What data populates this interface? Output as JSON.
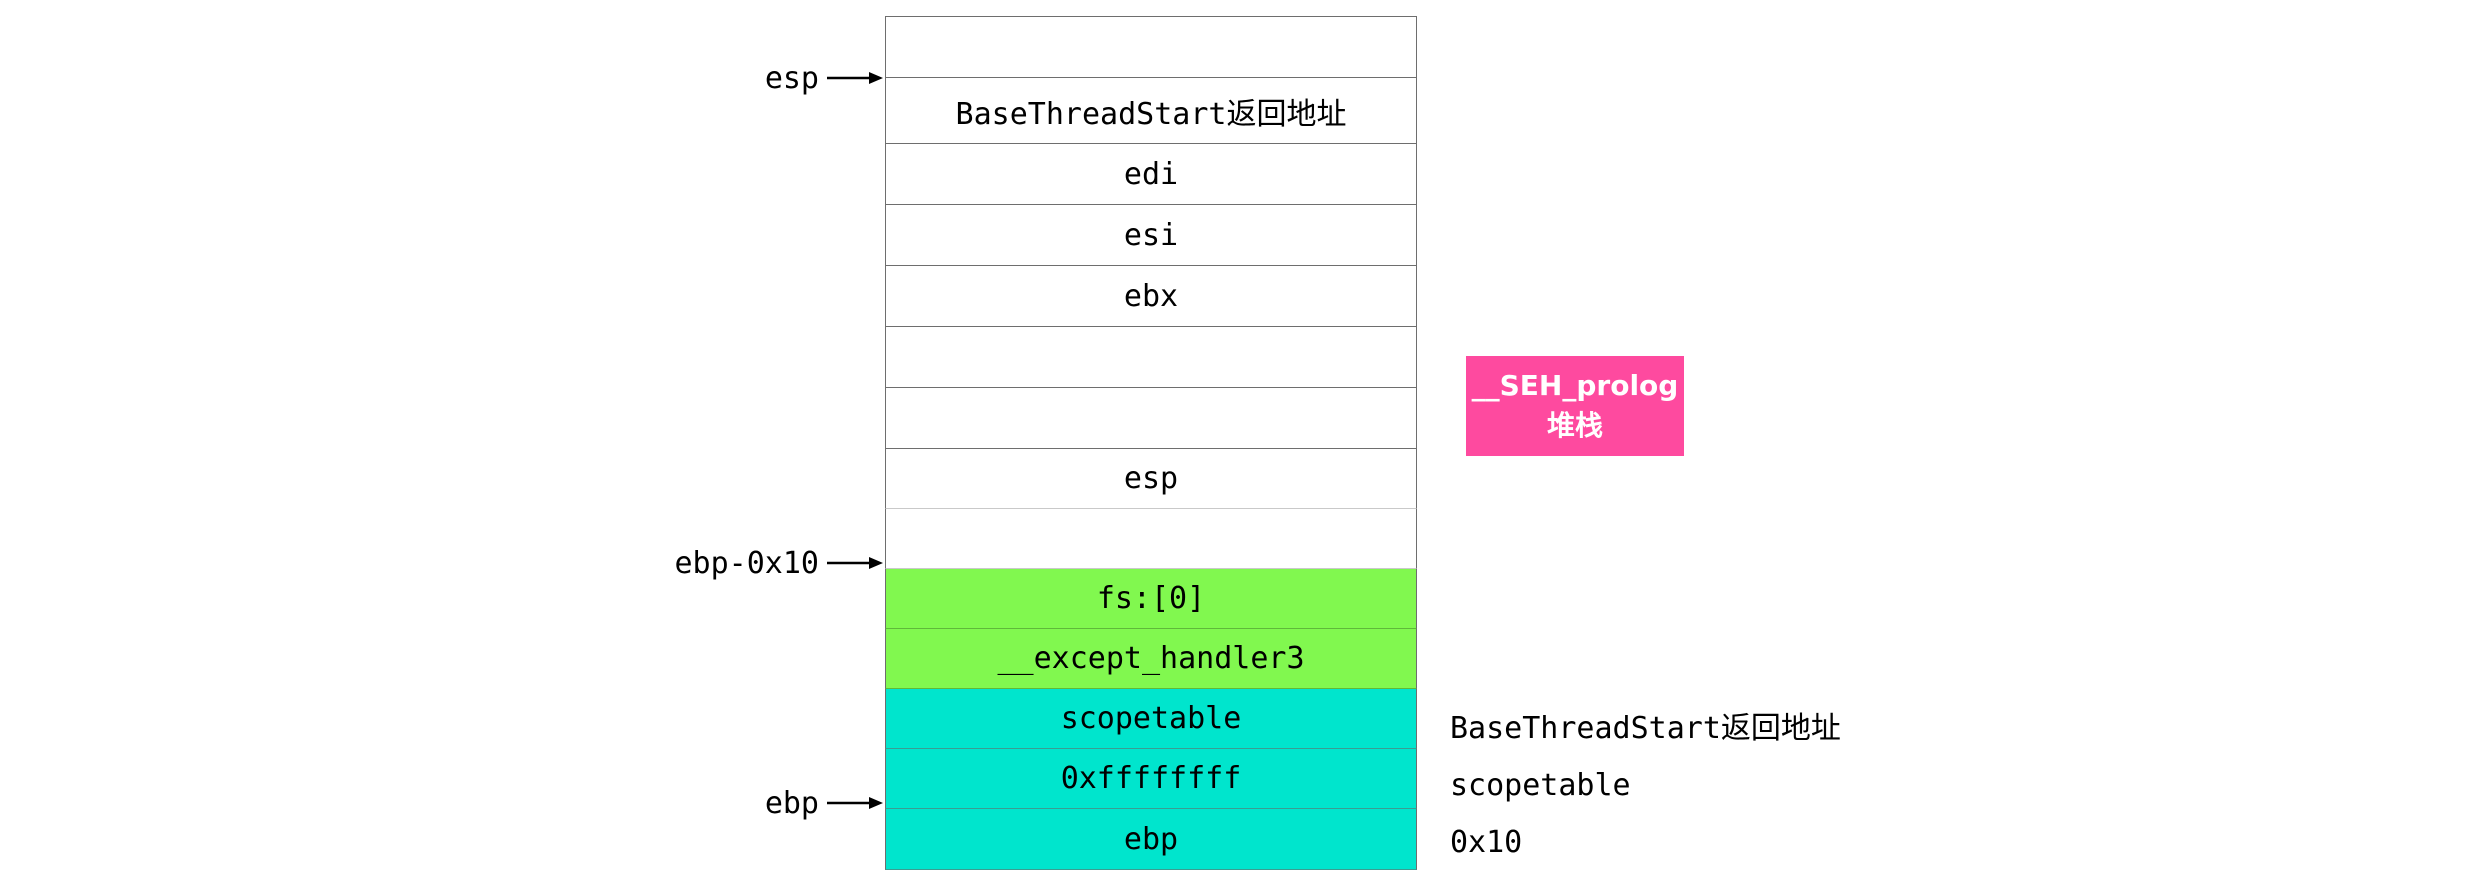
{
  "stack": {
    "cells": [
      {
        "label": "",
        "style": "plain"
      },
      {
        "label": "BaseThreadStart返回地址",
        "style": "plain"
      },
      {
        "label": "edi",
        "style": "plain"
      },
      {
        "label": "esi",
        "style": "plain"
      },
      {
        "label": "ebx",
        "style": "plain"
      },
      {
        "label": "",
        "style": "plain"
      },
      {
        "label": "",
        "style": "plain"
      },
      {
        "label": "esp",
        "style": "light"
      },
      {
        "label": "",
        "style": "light"
      },
      {
        "label": "fs:[0]",
        "style": "green"
      },
      {
        "label": "__except_handler3",
        "style": "green"
      },
      {
        "label": "scopetable",
        "style": "teal"
      },
      {
        "label": "0xffffffff",
        "style": "teal"
      },
      {
        "label": "ebp",
        "style": "teal"
      }
    ]
  },
  "pointers": {
    "esp": "esp",
    "ebp_minus": "ebp-0x10",
    "ebp": "ebp"
  },
  "badge": {
    "line1": "__SEH_prolog",
    "line2": "堆栈",
    "color": "#fe4a9f"
  },
  "notes": {
    "items": [
      "BaseThreadStart返回地址",
      "scopetable",
      "0x10"
    ]
  },
  "colors": {
    "green": "#81f84f",
    "teal": "#00e5cd",
    "border": "#6e6e6e"
  }
}
